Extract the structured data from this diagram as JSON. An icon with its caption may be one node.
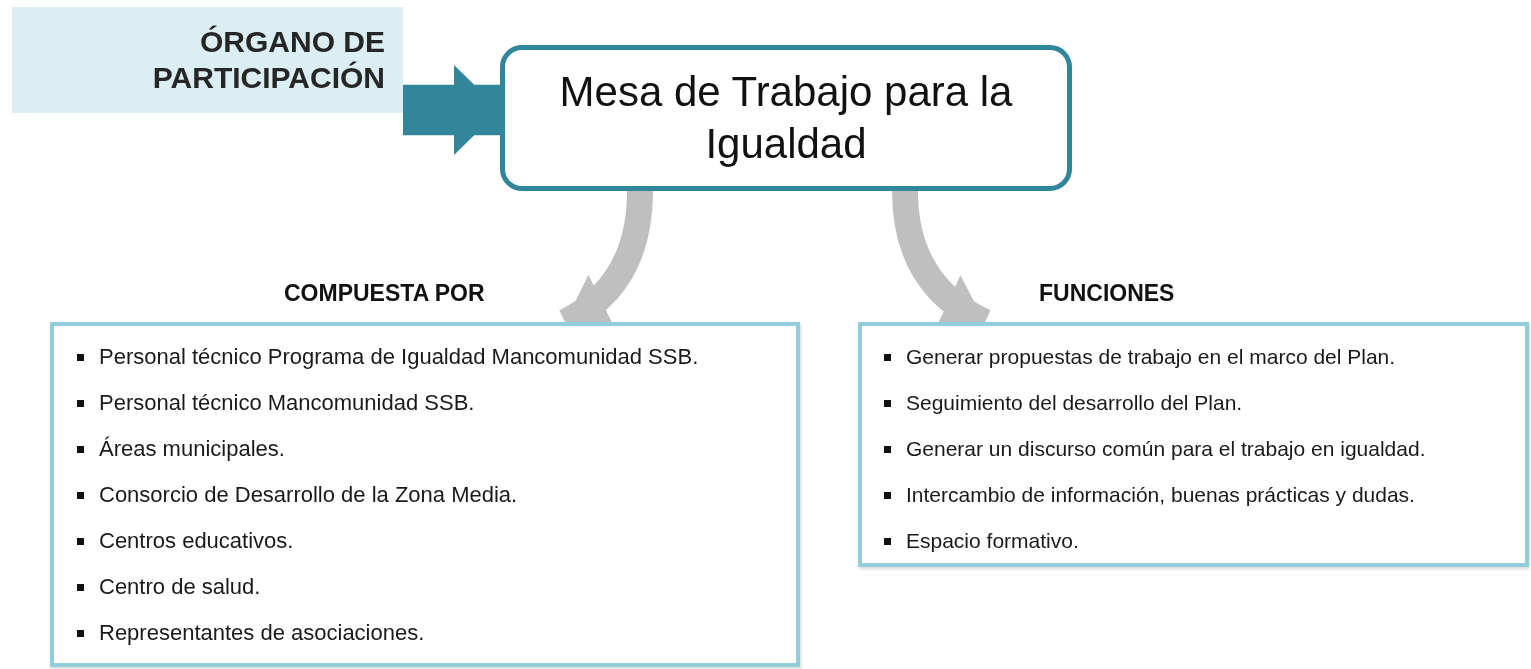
{
  "diagram": {
    "nodes": [
      {
        "text": [
          "ÓRGANO DE PARTICIPACIÓN"
        ]
      },
      {
        "text": [
          "Mesa de Trabajo para la Igualdad"
        ]
      },
      {
        "text": [
          "COMPUESTA POR",
          "Personal técnico Programa de Igualdad Mancomunidad SSB.",
          "Personal técnico Mancomunidad SSB.",
          "Áreas municipales.",
          "Consorcio de Desarrollo de la Zona Media.",
          "Centros educativos.",
          "Centro de salud.",
          "Representantes de asociaciones."
        ]
      },
      {
        "text": [
          "FUNCIONES",
          "Generar propuestas de trabajo en el marco del Plan.",
          "Seguimiento del desarrollo del Plan.",
          "Generar un discurso común para el trabajo en igualdad.",
          "Intercambio de información, buenas prácticas y dudas.",
          "Espacio formativo."
        ]
      }
    ],
    "edges": [
      {
        "from": 0,
        "to": 1,
        "arrow": "to",
        "style": "thick",
        "color": "#31869b"
      },
      {
        "from": 1,
        "to": 2,
        "arrow": "to"
      },
      {
        "from": 1,
        "to": 3,
        "arrow": "to"
      }
    ]
  }
}
